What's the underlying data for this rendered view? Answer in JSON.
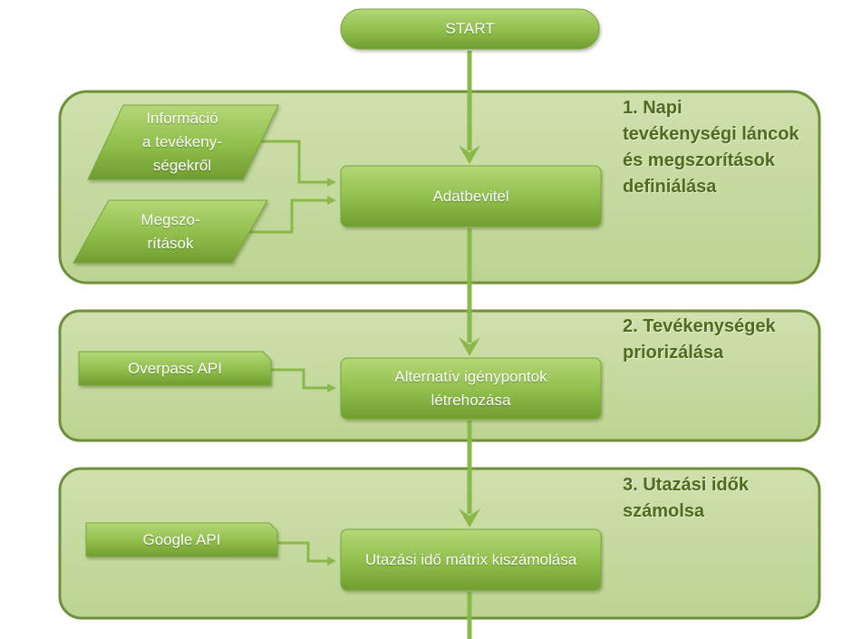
{
  "start": {
    "label": "START"
  },
  "stages": [
    {
      "title_lines": [
        "1. Napi",
        "tevékenységi láncok",
        "és megszorítások",
        "definiálása"
      ]
    },
    {
      "title_lines": [
        "2. Tevékenységek",
        "priorizálása"
      ]
    },
    {
      "title_lines": [
        "3. Utazási idők",
        "számolsa"
      ]
    }
  ],
  "process": {
    "data_entry": "Adatbevitel",
    "alt_points_lines": [
      "Alternatív igénypontok",
      "létrehozása"
    ],
    "travel_matrix": "Utazási idő mátrix kiszámolása"
  },
  "inputs": {
    "activity_info_lines": [
      "Információ",
      "a tevékeny-",
      "ségekről"
    ],
    "constraints_lines": [
      "Megszo-",
      "rítások"
    ],
    "overpass": "Overpass API",
    "google": "Google API"
  },
  "colors": {
    "stage_fill": "#c3d89b",
    "stage_border": "#6e9036",
    "shape_light": "#a9cd68",
    "shape_dark": "#72a131",
    "connector": "#8ab84a",
    "title_text": "#4e6b1f"
  }
}
